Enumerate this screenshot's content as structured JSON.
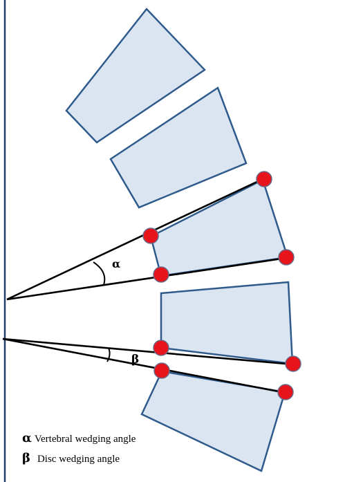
{
  "diagram": {
    "angles": [
      {
        "symbol": "α",
        "label": "Vertebral wedging angle"
      },
      {
        "symbol": "β",
        "label": "Disc wedging angle"
      }
    ],
    "colors": {
      "vertebra_fill": "#dbe5f1",
      "vertebra_stroke": "#2e5a8c",
      "landmark": "#e8141c",
      "rays": "#000000"
    }
  }
}
